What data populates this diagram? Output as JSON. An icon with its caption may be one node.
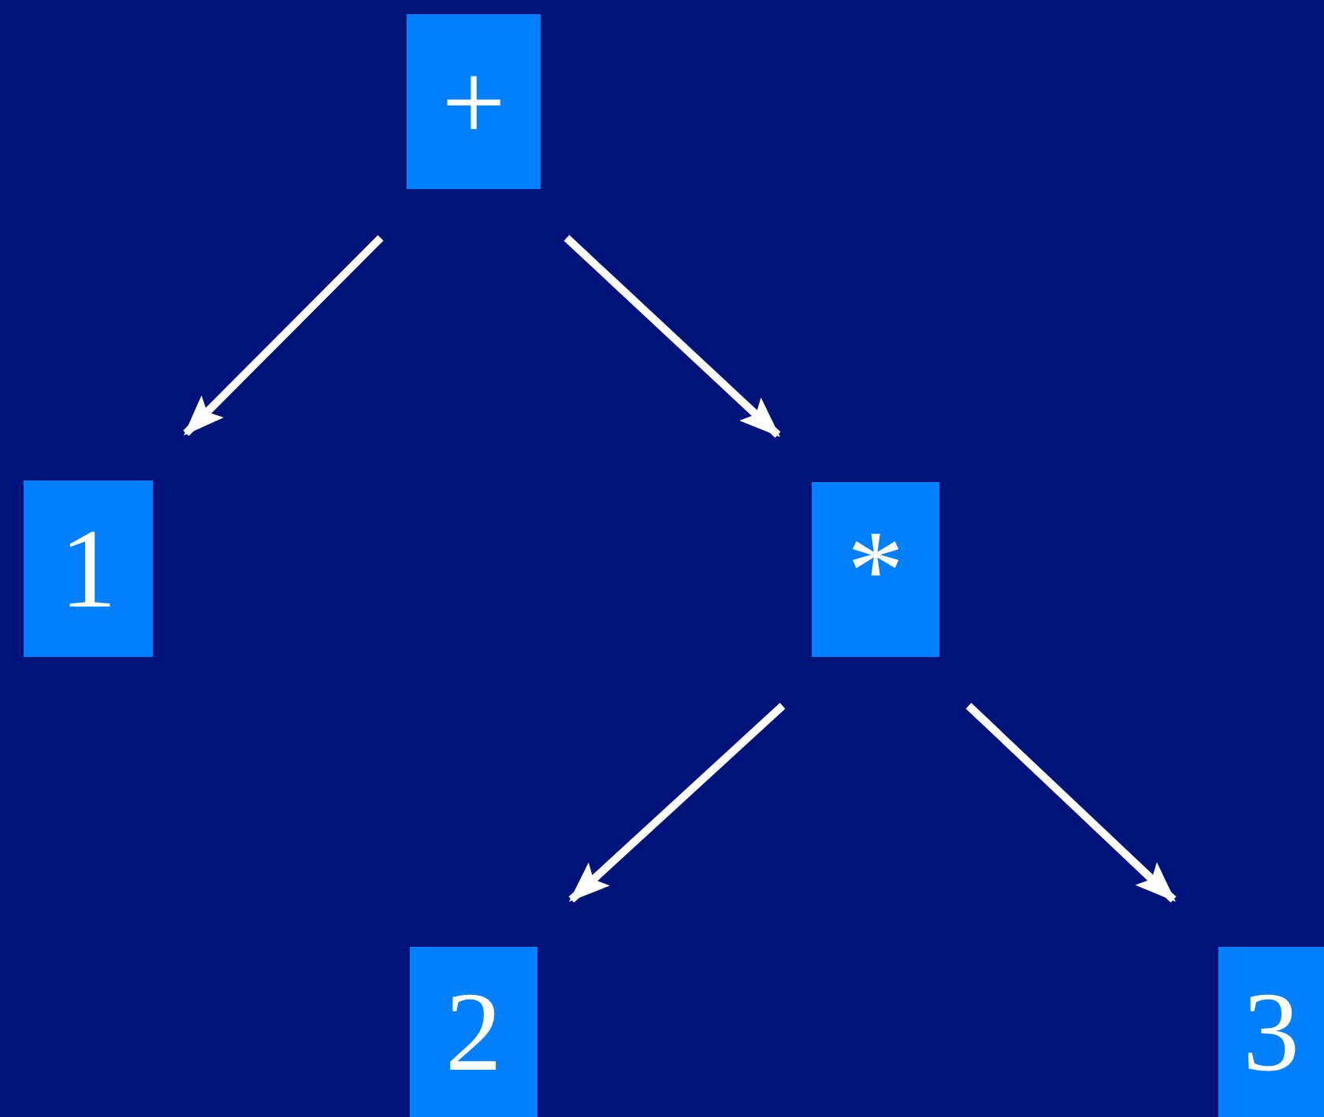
{
  "diagram": {
    "nodes": [
      {
        "text": [
          "+"
        ]
      },
      {
        "text": [
          "1"
        ]
      },
      {
        "text": [
          "*"
        ]
      },
      {
        "text": [
          "2"
        ]
      },
      {
        "text": [
          "3"
        ]
      }
    ],
    "edges": [
      {
        "from": 0,
        "to": 1,
        "arrow": "to"
      },
      {
        "from": 0,
        "to": 2,
        "arrow": "to"
      },
      {
        "from": 2,
        "to": 3,
        "arrow": "to"
      },
      {
        "from": 2,
        "to": 4,
        "arrow": "to"
      }
    ]
  }
}
